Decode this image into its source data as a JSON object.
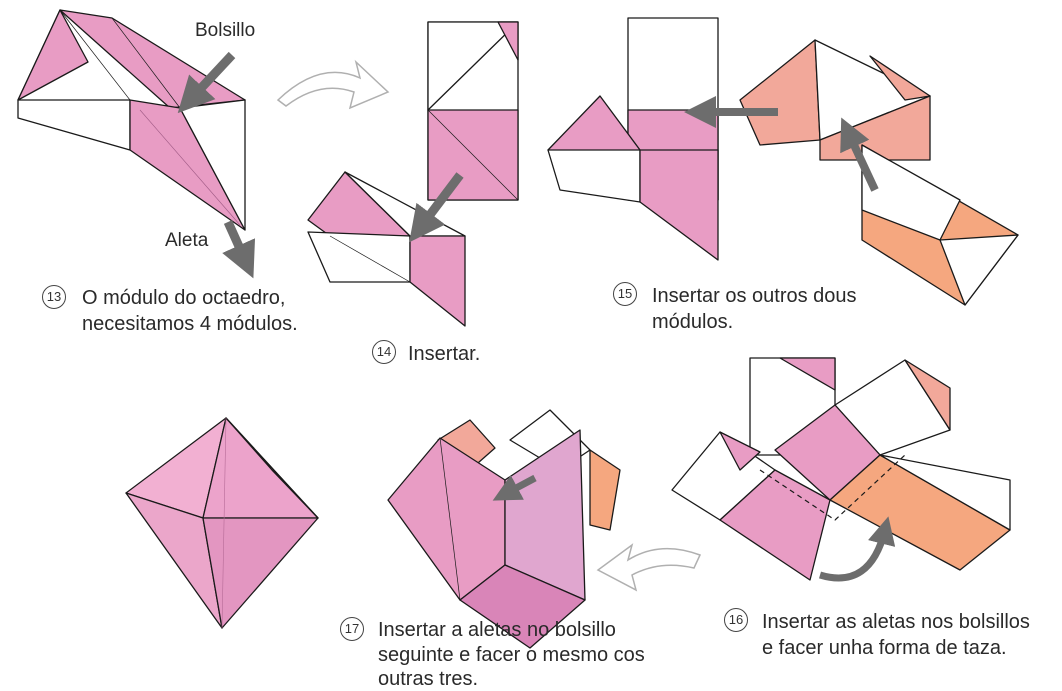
{
  "labels": {
    "pocket": "Bolsillo",
    "flap": "Aleta"
  },
  "steps": [
    {
      "num": "13",
      "text_1": "O módulo do octaedro,",
      "text_2": "necesitamos 4 módulos."
    },
    {
      "num": "14",
      "text_1": "Insertar."
    },
    {
      "num": "15",
      "text_1": "Insertar os outros dous",
      "text_2": "módulos."
    },
    {
      "num": "16",
      "text_1": "Insertar as aletas nos bolsillos",
      "text_2": "e facer unha forma de taza."
    },
    {
      "num": "17",
      "text_1": "Insertar a aletas no bolsillo",
      "text_2": "seguinte e facer o mesmo cos",
      "text_3": "outras tres."
    }
  ],
  "edge_fragment": "a.",
  "colors": {
    "pink": "#e89cc4",
    "pink_dark": "#d67fb0",
    "salmon": "#f2a89a",
    "orange": "#f5a77f",
    "white": "#ffffff",
    "arrow": "#6d6d6d",
    "outline": "#1a1a1a"
  }
}
